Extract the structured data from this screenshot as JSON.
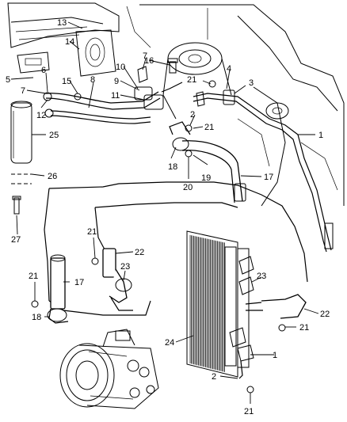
{
  "callouts": [
    {
      "id": "c1a",
      "text": "1"
    },
    {
      "id": "c1b",
      "text": "1"
    },
    {
      "id": "c2a",
      "text": "2"
    },
    {
      "id": "c2b",
      "text": "2"
    },
    {
      "id": "c3",
      "text": "3"
    },
    {
      "id": "c4",
      "text": "4"
    },
    {
      "id": "c5",
      "text": "5"
    },
    {
      "id": "c6",
      "text": "6"
    },
    {
      "id": "c7a",
      "text": "7"
    },
    {
      "id": "c7b",
      "text": "7"
    },
    {
      "id": "c8",
      "text": "8"
    },
    {
      "id": "c9",
      "text": "9"
    },
    {
      "id": "c10",
      "text": "10"
    },
    {
      "id": "c11",
      "text": "11"
    },
    {
      "id": "c12",
      "text": "12"
    },
    {
      "id": "c13",
      "text": "13"
    },
    {
      "id": "c14",
      "text": "14"
    },
    {
      "id": "c15",
      "text": "15"
    },
    {
      "id": "c16",
      "text": "16"
    },
    {
      "id": "c17a",
      "text": "17"
    },
    {
      "id": "c17b",
      "text": "17"
    },
    {
      "id": "c18a",
      "text": "18"
    },
    {
      "id": "c18b",
      "text": "18"
    },
    {
      "id": "c19",
      "text": "19"
    },
    {
      "id": "c20",
      "text": "20"
    },
    {
      "id": "c21a",
      "text": "21"
    },
    {
      "id": "c21b",
      "text": "21"
    },
    {
      "id": "c21c",
      "text": "21"
    },
    {
      "id": "c21d",
      "text": "21"
    },
    {
      "id": "c21e",
      "text": "21"
    },
    {
      "id": "c21f",
      "text": "21"
    },
    {
      "id": "c22a",
      "text": "22"
    },
    {
      "id": "c22b",
      "text": "22"
    },
    {
      "id": "c23a",
      "text": "23"
    },
    {
      "id": "c23b",
      "text": "23"
    },
    {
      "id": "c24",
      "text": "24"
    },
    {
      "id": "c25",
      "text": "25"
    },
    {
      "id": "c26",
      "text": "26"
    },
    {
      "id": "c27",
      "text": "27"
    }
  ]
}
